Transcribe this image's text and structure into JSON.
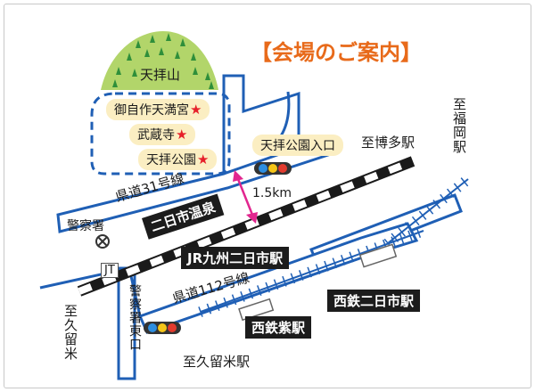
{
  "title": "【会場のご案内】",
  "colors": {
    "title": "#e86a1a",
    "road": "#1f5fb5",
    "mountain": "#b2d56a",
    "tree": "#2f8f3a",
    "chip_light": "#fbeec2",
    "chip_dark": "#1c1c1c",
    "arrow": "#e2268f",
    "star": "#e6202a"
  },
  "mountain": {
    "label": "天拝山"
  },
  "sites": [
    {
      "name": "御自作天満宮",
      "marker": "★"
    },
    {
      "name": "武蔵寺",
      "marker": "★"
    },
    {
      "name": "天拝公園",
      "marker": "★"
    }
  ],
  "labels": {
    "tenpai_koen_iriguchi": "天拝公園入口",
    "to_hakata": "至博多駅",
    "to_fukuoka": "至福岡駅",
    "kendo31": "県道31号線",
    "distance": "1.5km",
    "futsukaichi_onsen": "二日市温泉",
    "keisatsusho": "警察署",
    "jr_station": "JR九州二日市駅",
    "jt": "JT",
    "nishitetsu_futsukaichi": "西鉄二日市駅",
    "kendo112": "県道112号線",
    "keisatsusho_higashiguchi": "警察署東口",
    "nishitetsu_murasaki": "西鉄紫駅",
    "to_kurume": "至久留米",
    "to_kurume_station": "至久留米駅"
  },
  "icons": [
    "traffic-light-icon",
    "police-station-icon",
    "star-icon",
    "tree-icon"
  ]
}
